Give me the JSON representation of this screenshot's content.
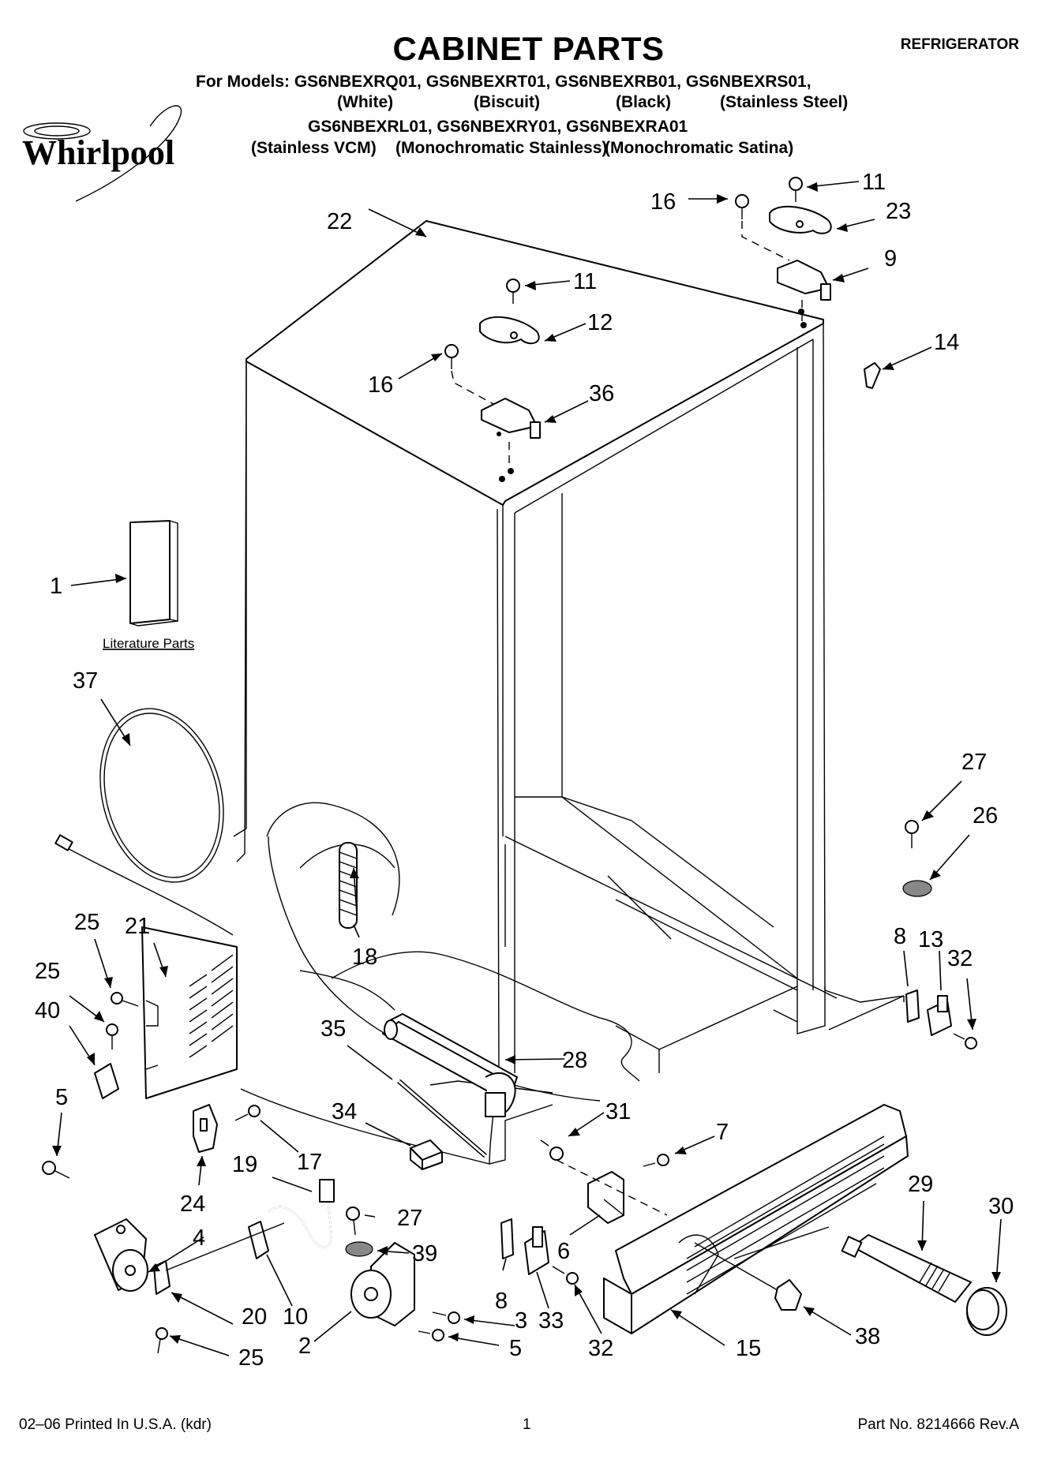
{
  "header": {
    "title": "CABINET PARTS",
    "appliance": "REFRIGERATOR",
    "models_line1": "For Models: GS6NBEXRQ01, GS6NBEXRT01, GS6NBEXRB01, GS6NBEXRS01,",
    "colors_line1": [
      "(White)",
      "(Biscuit)",
      "(Black)",
      "(Stainless Steel)"
    ],
    "models_line2": "GS6NBEXRL01, GS6NBEXRY01, GS6NBEXRA01",
    "colors_line2": [
      "(Stainless VCM)",
      "(Monochromatic Stainless)",
      "(Monochromatic Satina)"
    ]
  },
  "brand": {
    "logo_text": "Whirlpool"
  },
  "diagram": {
    "literature_label": "Literature Parts",
    "callouts": {
      "c22": "22",
      "c16a": "16",
      "c11a": "11",
      "c23": "23",
      "c9": "9",
      "c11b": "11",
      "c12": "12",
      "c16b": "16",
      "c36": "36",
      "c14": "14",
      "c1": "1",
      "c37": "37",
      "c27a": "27",
      "c26": "26",
      "c25a": "25",
      "c21": "21",
      "c18": "18",
      "c25b": "25",
      "c40": "40",
      "c8a": "8",
      "c13": "13",
      "c32a": "32",
      "c35": "35",
      "c28": "28",
      "c5a": "5",
      "c31": "31",
      "c34": "34",
      "c7": "7",
      "c19": "19",
      "c17": "17",
      "c24": "24",
      "c29": "29",
      "c30": "30",
      "c4": "4",
      "c27b": "27",
      "c39": "39",
      "c6": "6",
      "c20": "20",
      "c10": "10",
      "c8b": "8",
      "c33": "33",
      "c3": "3",
      "c2": "2",
      "c5b": "5",
      "c32b": "32",
      "c15": "15",
      "c38": "38",
      "c25c": "25"
    }
  },
  "footer": {
    "printed": "02–06 Printed In U.S.A. (kdr)",
    "page": "1",
    "part_no": "Part No. 8214666 Rev.A"
  }
}
